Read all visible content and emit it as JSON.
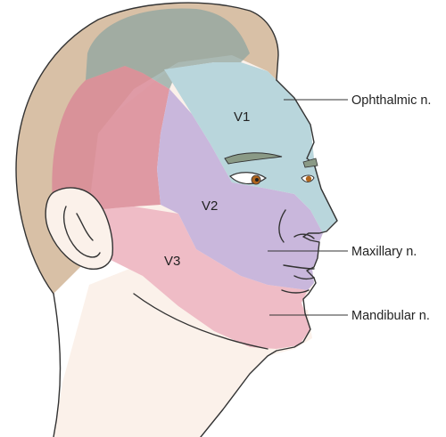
{
  "regions": [
    {
      "id": "v1",
      "label": "V1"
    },
    {
      "id": "v2",
      "label": "V2"
    },
    {
      "id": "v3",
      "label": "V3"
    }
  ],
  "callouts": [
    {
      "id": "ophthalmic",
      "label": "Ophthalmic n."
    },
    {
      "id": "maxillary",
      "label": "Maxillary n."
    },
    {
      "id": "mandibular",
      "label": "Mandibular n."
    }
  ],
  "colors": {
    "skin": "#fbf1ea",
    "hair": "#d8c0a6",
    "v1": "#b9d6dc",
    "v2": "#c9b7dc",
    "v3": "#efbcc6",
    "cervical": "#d98a96",
    "scalp_posterior": "#8fa6a0",
    "outline": "#333333"
  }
}
